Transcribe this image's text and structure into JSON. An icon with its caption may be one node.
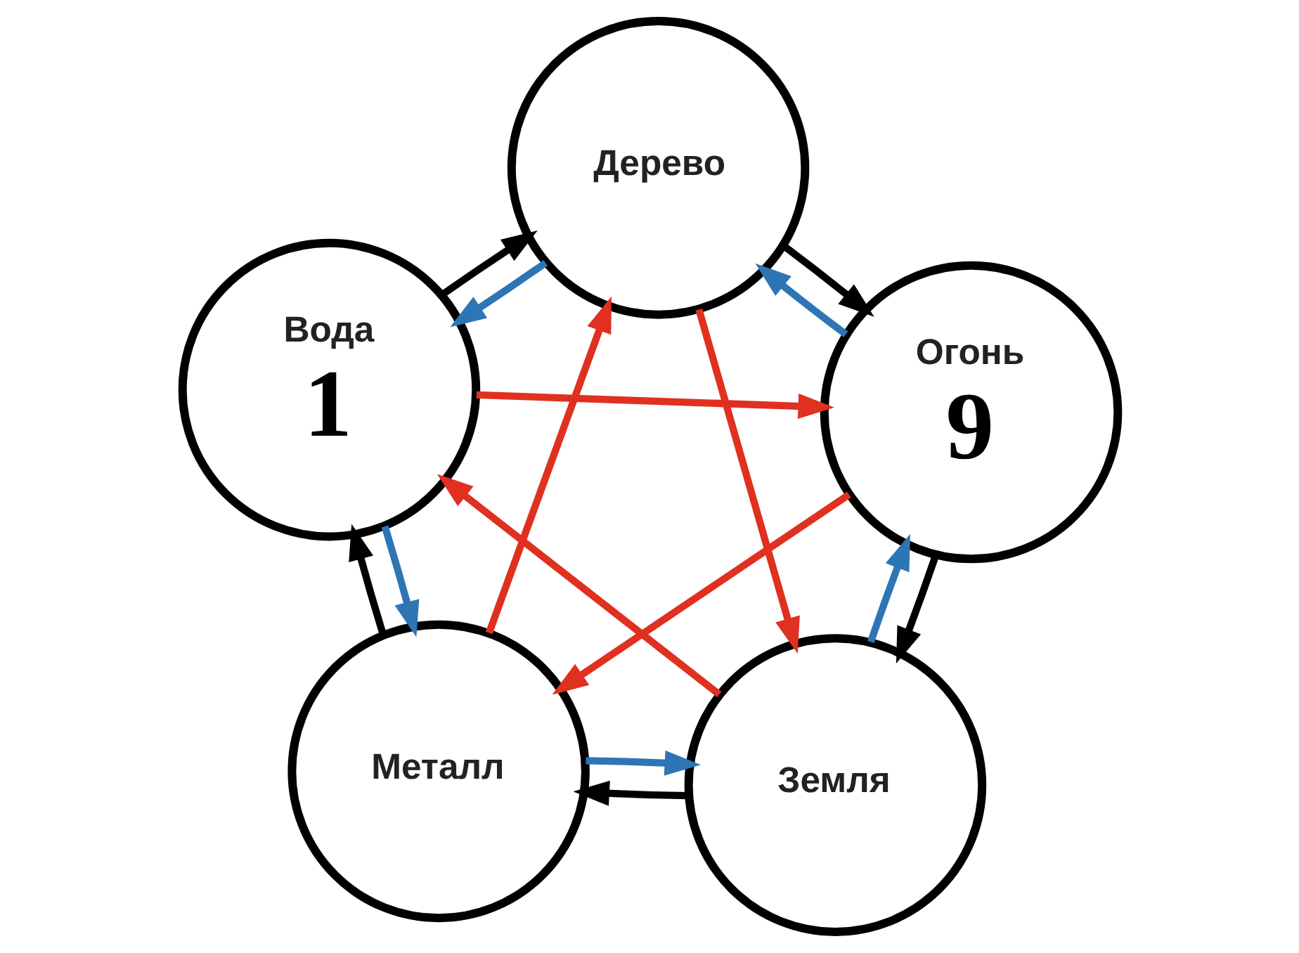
{
  "diagram": {
    "nodes": [
      {
        "text": [
          "Дерево"
        ]
      },
      {
        "text": [
          "Вода",
          "1"
        ]
      },
      {
        "text": [
          "Огонь",
          "9"
        ]
      },
      {
        "text": [
          "Металл"
        ]
      },
      {
        "text": [
          "Земля"
        ]
      }
    ],
    "edges": [
      {
        "from": 1,
        "to": 0,
        "arrow": "to",
        "color": "#000000"
      },
      {
        "from": 0,
        "to": 2,
        "arrow": "to",
        "color": "#000000"
      },
      {
        "from": 2,
        "to": 4,
        "arrow": "to",
        "color": "#000000"
      },
      {
        "from": 4,
        "to": 3,
        "arrow": "to",
        "color": "#000000"
      },
      {
        "from": 3,
        "to": 1,
        "arrow": "to",
        "color": "#000000"
      },
      {
        "from": 0,
        "to": 1,
        "arrow": "to",
        "color": "#2e75b6"
      },
      {
        "from": 2,
        "to": 0,
        "arrow": "to",
        "color": "#2e75b6"
      },
      {
        "from": 4,
        "to": 2,
        "arrow": "to",
        "color": "#2e75b6"
      },
      {
        "from": 3,
        "to": 4,
        "arrow": "to",
        "color": "#2e75b6"
      },
      {
        "from": 1,
        "to": 3,
        "arrow": "to",
        "color": "#2e75b6"
      },
      {
        "from": 1,
        "to": 2,
        "arrow": "to",
        "color": "#e03020"
      },
      {
        "from": 0,
        "to": 4,
        "arrow": "to",
        "color": "#e03020"
      },
      {
        "from": 2,
        "to": 3,
        "arrow": "to",
        "color": "#e03020"
      },
      {
        "from": 4,
        "to": 1,
        "arrow": "to",
        "color": "#e03020"
      },
      {
        "from": 3,
        "to": 0,
        "arrow": "to",
        "color": "#e03020"
      }
    ]
  }
}
